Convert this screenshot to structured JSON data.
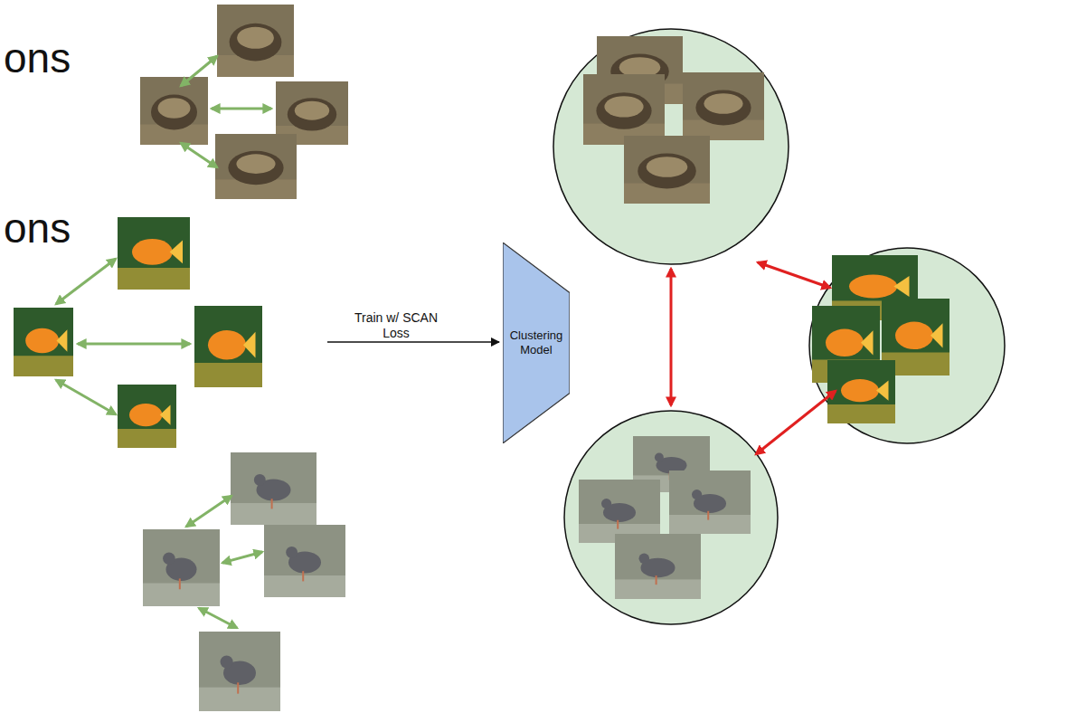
{
  "diagram": {
    "nodes": [
      {
        "text": [
          "Clustering Model"
        ]
      }
    ],
    "labels": [
      "ons",
      "Train w/ SCAN Loss",
      "ons"
    ]
  }
}
